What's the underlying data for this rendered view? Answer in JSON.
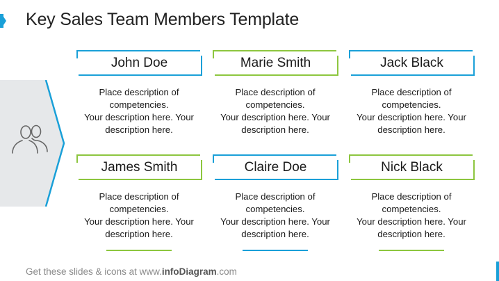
{
  "page": {
    "title": "Key Sales Team Members Template"
  },
  "members": [
    {
      "name": "John Doe",
      "desc1": "Place description of",
      "desc2": "competencies.",
      "desc3": "Your description here. Your",
      "desc4": "description here.",
      "accent": "#1aa0d8"
    },
    {
      "name": "Marie Smith",
      "desc1": "Place description of",
      "desc2": "competencies.",
      "desc3": "Your description here. Your",
      "desc4": "description here.",
      "accent": "#8dc63f"
    },
    {
      "name": "Jack Black",
      "desc1": "Place description of",
      "desc2": "competencies.",
      "desc3": "Your description here. Your",
      "desc4": "description here.",
      "accent": "#1aa0d8"
    },
    {
      "name": "James Smith",
      "desc1": "Place description of",
      "desc2": "competencies.",
      "desc3": "Your description here. Your",
      "desc4": "description here.",
      "accent": "#8dc63f"
    },
    {
      "name": "Claire Doe",
      "desc1": "Place description of",
      "desc2": "competencies.",
      "desc3": "Your description here. Your",
      "desc4": "description here.",
      "accent": "#1aa0d8"
    },
    {
      "name": "Nick Black",
      "desc1": "Place description of",
      "desc2": "competencies.",
      "desc3": "Your description here. Your",
      "desc4": "description here.",
      "accent": "#8dc63f"
    }
  ],
  "footer": {
    "prefix": "Get these slides & icons at www.",
    "brand": "infoDiagram",
    "suffix": ".com"
  },
  "icons": {
    "side": "people-icon"
  },
  "colors": {
    "blue": "#1aa0d8",
    "green": "#8dc63f",
    "panel": "#e6e8ea"
  }
}
